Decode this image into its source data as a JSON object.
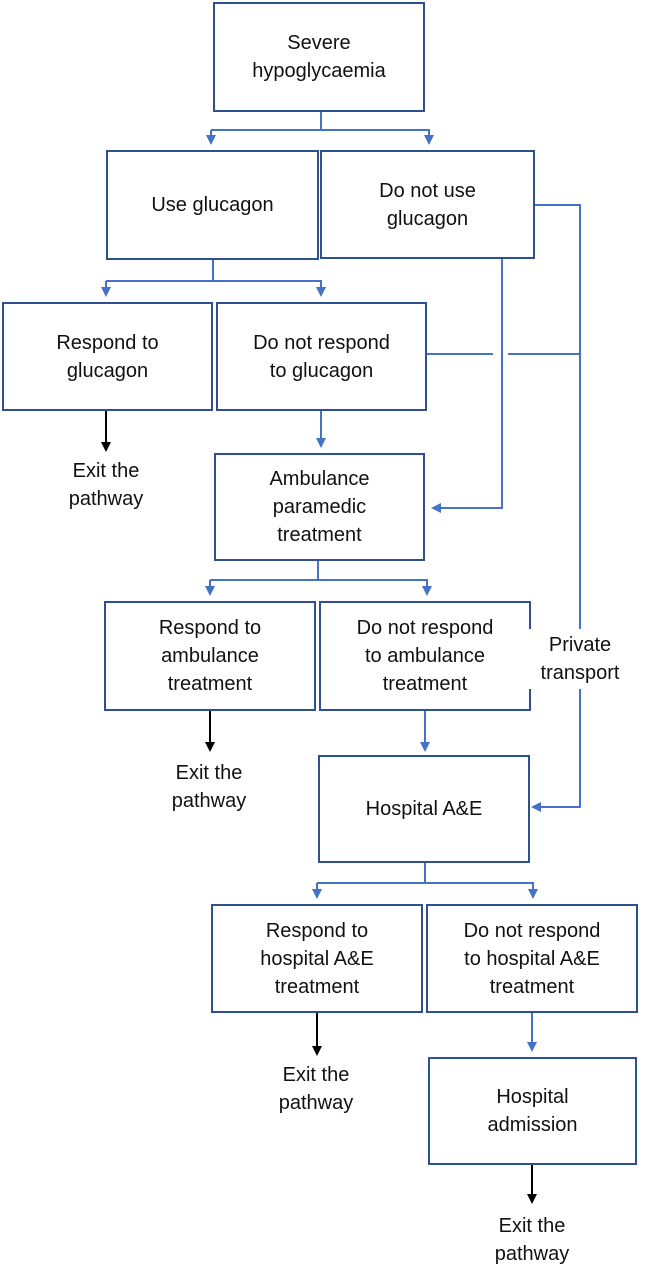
{
  "colors": {
    "node_border": "#2f4f8f",
    "connector": "#4472c4",
    "exit_arrow": "#000000"
  },
  "nodes": {
    "severe": "Severe\nhypoglycaemia",
    "use_glucagon": "Use glucagon",
    "no_glucagon": "Do not use\nglucagon",
    "respond_glucagon": "Respond to\nglucagon",
    "no_respond_glucagon": "Do not respond\nto glucagon",
    "ambulance": "Ambulance\nparamedic\ntreatment",
    "respond_ambulance": "Respond to\nambulance\ntreatment",
    "no_respond_ambulance": "Do not respond\nto ambulance\ntreatment",
    "hospital_ae": "Hospital A&E",
    "respond_hospital": "Respond to\nhospital A&E\ntreatment",
    "no_respond_hospital": "Do not respond\nto hospital A&E\ntreatment",
    "admission": "Hospital\nadmission"
  },
  "labels": {
    "exit_1": "Exit the\npathway",
    "exit_2": "Exit the\npathway",
    "exit_3": "Exit the\npathway",
    "exit_4": "Exit the\npathway",
    "private_transport": "Private\ntransport"
  }
}
